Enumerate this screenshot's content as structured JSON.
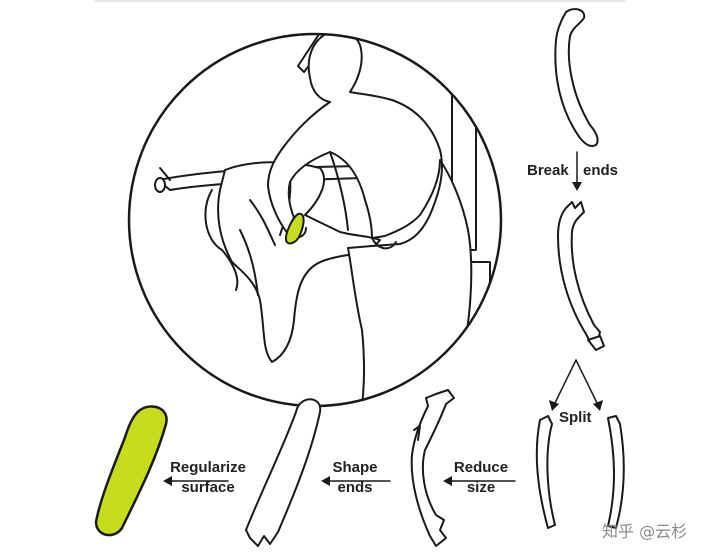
{
  "labels": {
    "break_left": "Break",
    "break_right": "ends",
    "split": "Split",
    "reduce_line1": "Reduce",
    "reduce_line2": "size",
    "shape_line1": "Shape",
    "shape_line2": "ends",
    "regularize_line1": "Regularize",
    "regularize_line2": "surface"
  },
  "watermark": "知乎 @云杉",
  "colors": {
    "line": "#1a1a1a",
    "accent": "#c8dc1e",
    "background": "#ffffff"
  }
}
